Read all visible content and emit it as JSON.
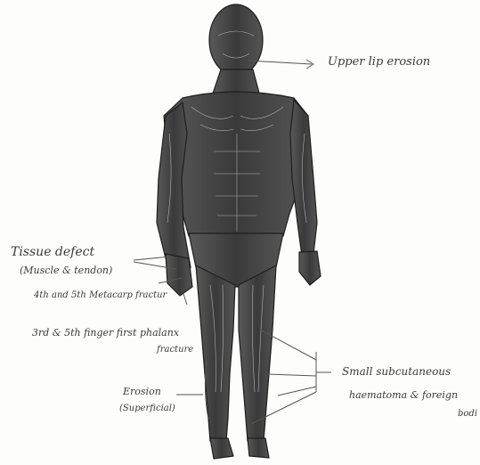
{
  "figure": {
    "ink_color": "#2b2b2b",
    "pencil_color": "#555555",
    "paper_color": "#fdfdfb"
  },
  "annotations": {
    "upper_lip": "Upper lip erosion",
    "tissue_defect_line1": "Tissue defect",
    "tissue_defect_line2": "(Muscle & tendon)",
    "metacarp_fracture": "4th and 5th Metacarp fractur",
    "finger_fracture_line1": "3rd & 5th finger first phalanx",
    "finger_fracture_line2": "fracture",
    "erosion_line1": "Erosion",
    "erosion_line2": "(Superficial)",
    "haematoma_line1": "Small subcutaneous",
    "haematoma_line2": "haematoma & foreign",
    "haematoma_line3": "bodi"
  }
}
